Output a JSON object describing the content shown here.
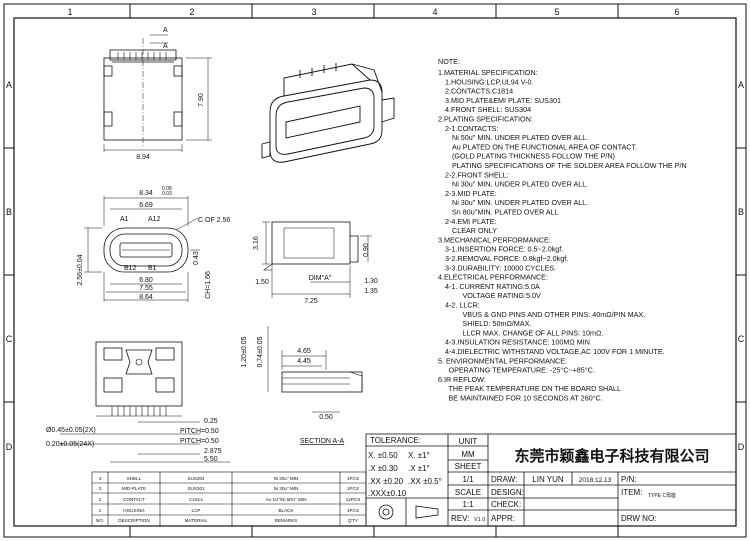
{
  "frame": {
    "columns": [
      "1",
      "2",
      "3",
      "4",
      "5",
      "6"
    ],
    "rows": [
      "A",
      "B",
      "C",
      "D"
    ]
  },
  "top_view": {
    "width_dim": "8.94",
    "height_dim": "7.90",
    "section_mark": "A"
  },
  "front_view": {
    "dims": [
      "8.34",
      "6.69",
      "6.80",
      "7.55",
      "8.64",
      "0.08",
      "0.03"
    ],
    "height_dim": "2.56±0.04",
    "pin_labels": [
      "A1",
      "A12",
      "B12",
      "B1"
    ],
    "chamfer": "C OF 2.56",
    "small_dims": [
      "0.43",
      "CH=1.66"
    ]
  },
  "side_view": {
    "dims": [
      "3.16",
      "0.90",
      "1.50",
      "1.30",
      "1.35",
      "DIM\"A\"",
      "7.25"
    ]
  },
  "footprint": {
    "dims": [
      "1.20±0.05",
      "0.74±0.05",
      "4.65",
      "4.45",
      "0.50"
    ],
    "pitch_dims": [
      "0.25",
      "PITCH=0.50",
      "PITCH=0.50",
      "2.875",
      "5.50"
    ],
    "hole_dims": [
      "Ø0.45±0.05(2X)",
      "0.20±0.05(24X)"
    ],
    "section_label": "SECTION A-A"
  },
  "notes": {
    "heading": "NOTE:",
    "lines": [
      "1.MATERIAL SPECIFICATION:",
      "  1.HOUSING:LCP,UL94  V-0.",
      "  2.CONTACTS:C1814",
      "  3.MID PLATE&EMI PLATE: SUS301",
      "  4.FRONT SHELL: SUS304",
      "2.PLATING SPECIFICATION:",
      "  2-1.CONTACTS:",
      "    Ni 50u\" MIN. UNDER PLATED OVER ALL.",
      "    Au PLATED ON THE FUNCTIONAL AREA OF CONTACT.",
      "    (GOLD PLATING THICKNESS FOLLOW THE P/N)",
      "    PLATING SPECIFICATIONS OF THE SOLDER AREA FOLLOW THE P/N",
      "  2-2.FRONT SHELL:",
      "    Ni 30u\" MIN. UNDER PLATED OVER ALL.",
      "  2-3.MID PLATE:",
      "    Ni 30u\" MIN. UNDER PLATED OVER ALL.",
      "    Sn 80u\"MIN. PLATED OVER ALL",
      "  2-4.EMI PLATE:",
      "    CLEAR ONLY",
      "3.MECHANICAL PERFORMANCE:",
      "  3-1.INSERTION FORCE: 0.5~2.0kgf.",
      "  3-2.REMOVAL FORCE: 0.8kgf~2.0kgf.",
      "  3-3.DURABILITY: 10000 CYCLES.",
      "4.ELECTRICAL PERFORMANCE:",
      "  4-1. CURRENT RATING:5.0A",
      "       VOLTAGE RATING:5.0V",
      "  4-2. LLCR:",
      "       VBUS & GND PINS AND OTHER PINS: 40mΩ/PIN MAX.",
      "       SHIELD: 50mΩ/MAX.",
      "       LLCR MAX. CHANGE OF ALL PINS: 10mΩ.",
      "  4-3.INSULATION RESISTANCE: 100MΩ   MIN",
      "  4-4.DIELECTRIC WITHSTAND VOLTAGE,AC 100V FOR 1 MINUTE.",
      "5. ENVIRONMENTAL PERFORMANCE:",
      "   OPERATING TEMPERATURE: -25°C~+85°C.",
      "6.IR REFLOW:",
      "   THE PEAK TEMPERATURE ON THE BOARD SHALL",
      "   BE MAINTAINED FOR 10 SECONDS AT 260°C."
    ]
  },
  "title_block": {
    "tolerance_label": "TOLERANCE:",
    "tolerances": [
      {
        "left": "X. ±0.50",
        "right": "X. ±1°"
      },
      {
        "left": ".X ±0.30",
        "right": ".X ±1°"
      },
      {
        "left": ".XX ±0.20",
        "right": ".XX ±0.5°"
      },
      {
        "left": ".XXX±0.10",
        "right": ""
      }
    ],
    "unit_label": "UNIT",
    "unit": "MM",
    "sheet_label": "SHEET",
    "sheet": "1/1",
    "scale_label": "SCALE",
    "scale": "1:1",
    "rev_label": "REV:",
    "rev": "V1.0",
    "company": "东莞市颖鑫电子科技有限公司",
    "draw_label": "DRAW:",
    "drawer": "LIN YUN",
    "date": "2018.12.13",
    "pn_label": "P/N:",
    "design_label": "DESIGN:",
    "check_label": "CHECK:",
    "appr_label": "APPR:",
    "item_label": "ITEM:",
    "item_value": "TYPE C母座",
    "drw_no_label": "DRW NO:"
  },
  "bom": {
    "rows": [
      {
        "no": "4",
        "desc": "SHELL",
        "material": "SUS304",
        "remarks": "Ni 30u\" MIN",
        "qty": "1PCS"
      },
      {
        "no": "3",
        "desc": "MID-PLATE",
        "material": "SUS301",
        "remarks": "Ni 30u\" MIN",
        "qty": "1PCS"
      },
      {
        "no": "2",
        "desc": "CONTACT",
        "material": "C1814",
        "remarks": "Au 1U\"/Ni 50U\" MIN",
        "qty": "12PCS"
      },
      {
        "no": "1",
        "desc": "HOUSING",
        "material": "LCP",
        "remarks": "BLACK",
        "qty": "1PCS"
      }
    ],
    "header": {
      "no": "NO.",
      "desc": "DESCRIPTION",
      "material": "MATERIAL",
      "remarks": "REMARKS",
      "qty": "Q'TY"
    }
  }
}
